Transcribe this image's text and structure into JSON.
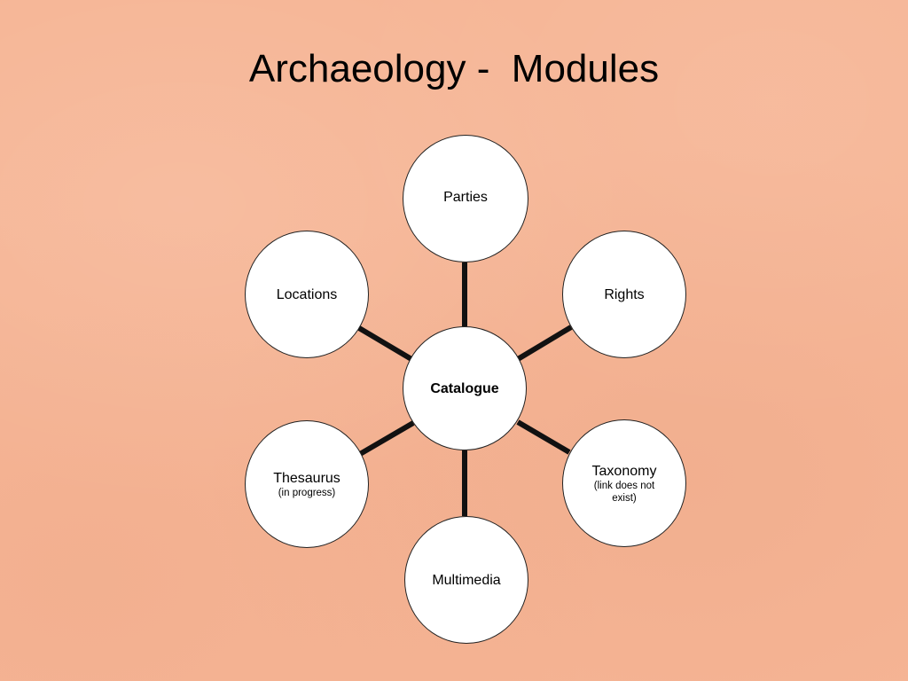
{
  "slide": {
    "title": "Archaeology -  Modules",
    "center_node": {
      "label": "Catalogue"
    },
    "nodes": {
      "parties": {
        "label": "Parties"
      },
      "rights": {
        "label": "Rights"
      },
      "taxonomy": {
        "label": "Taxonomy",
        "note": "(link does not exist)"
      },
      "multimedia": {
        "label": "Multimedia"
      },
      "thesaurus": {
        "label": "Thesaurus",
        "note": "(in progress)"
      },
      "locations": {
        "label": "Locations"
      }
    }
  },
  "colors": {
    "background": "#f6b595",
    "node_fill": "#ffffff",
    "connector": "#111111"
  }
}
